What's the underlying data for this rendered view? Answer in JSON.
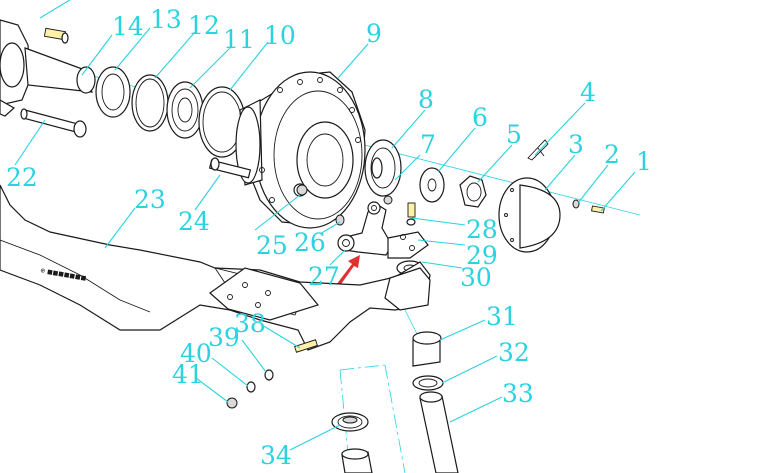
{
  "diagram": {
    "callouts": [
      {
        "id": "1",
        "text": "1"
      },
      {
        "id": "2",
        "text": "2"
      },
      {
        "id": "3",
        "text": "3"
      },
      {
        "id": "4",
        "text": "4"
      },
      {
        "id": "5",
        "text": "5"
      },
      {
        "id": "6",
        "text": "6"
      },
      {
        "id": "7",
        "text": "7"
      },
      {
        "id": "8",
        "text": "8"
      },
      {
        "id": "9",
        "text": "9"
      },
      {
        "id": "10",
        "text": "10"
      },
      {
        "id": "11",
        "text": "11"
      },
      {
        "id": "12",
        "text": "12"
      },
      {
        "id": "13",
        "text": "13"
      },
      {
        "id": "14",
        "text": "14"
      },
      {
        "id": "22",
        "text": "22"
      },
      {
        "id": "23",
        "text": "23"
      },
      {
        "id": "24",
        "text": "24"
      },
      {
        "id": "25",
        "text": "25"
      },
      {
        "id": "26",
        "text": "26"
      },
      {
        "id": "27",
        "text": "27"
      },
      {
        "id": "28",
        "text": "28"
      },
      {
        "id": "29",
        "text": "29"
      },
      {
        "id": "30",
        "text": "30"
      },
      {
        "id": "31",
        "text": "31"
      },
      {
        "id": "32",
        "text": "32"
      },
      {
        "id": "33",
        "text": "33"
      },
      {
        "id": "34",
        "text": "34"
      },
      {
        "id": "38",
        "text": "38"
      },
      {
        "id": "39",
        "text": "39"
      },
      {
        "id": "40",
        "text": "40"
      },
      {
        "id": "41",
        "text": "41"
      }
    ],
    "colors": {
      "callout": "#29d3e0",
      "line": "#1a1a1a",
      "arrow": "#e03030"
    }
  }
}
